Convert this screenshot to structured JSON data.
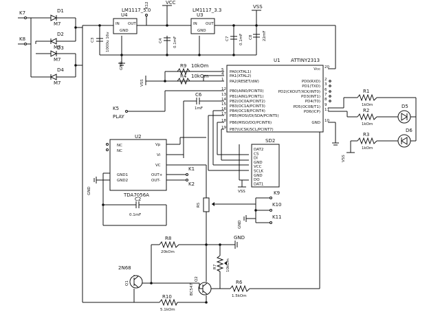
{
  "header_pins": {
    "K7": "K7",
    "K8": "K8",
    "K5": "K5",
    "K12": "K12",
    "play": "PLAY"
  },
  "power": {
    "vcc": "VCC",
    "vss": "VSS",
    "gnd": "GND",
    "vss2": "VSS"
  },
  "diodes": {
    "D1": "D1",
    "D2": "D2",
    "D3": "D3",
    "D4": "D4",
    "type": "M7"
  },
  "regulators": {
    "U4": {
      "ref": "U4",
      "name": "LM1117_5.0",
      "in": "IN",
      "out": "OUT",
      "gnd": "GND"
    },
    "U3": {
      "ref": "U3",
      "name": "LM1117_3.3",
      "in": "IN",
      "out": "OUT",
      "gnd": "GND"
    }
  },
  "caps": {
    "C3": {
      "ref": "C3",
      "value": "1000u 16v"
    },
    "C4": {
      "ref": "C4",
      "value": "0.1mF"
    },
    "C7": {
      "ref": "C7",
      "value": "0.1mF"
    },
    "C8": {
      "ref": "C8",
      "value": "22mF"
    },
    "C6": {
      "ref": "C6",
      "value": "1mF"
    },
    "C2": {
      "ref": "C2",
      "value": "0.1mF"
    }
  },
  "mcu": {
    "ref": "U1",
    "name": "ATTINY2313",
    "left_pins": [
      {
        "num": "1",
        "label": "PA2(RESET/dW)"
      },
      {
        "num": "4",
        "label": "PA1(XTAL2)"
      },
      {
        "num": "5",
        "label": "PA0(XTAL1)"
      },
      {
        "num": "12",
        "label": "PB0(AIN0/PCINT0)"
      },
      {
        "num": "13",
        "label": "PB1(AIN1/PCINT1)"
      },
      {
        "num": "14",
        "label": "PB2(OC0A/PCINT2)"
      },
      {
        "num": "15",
        "label": "PB3(OC1A/PCINT3)"
      },
      {
        "num": "16",
        "label": "PB4(OC1B/PCINT4)"
      },
      {
        "num": "17",
        "label": "PB5(MOSI/DI/SDA/PCINT5)"
      },
      {
        "num": "18",
        "label": "PB6(MISO/DO/PCINT6)"
      },
      {
        "num": "19",
        "label": "PB7(UCSK/SCL/PCINT7)"
      }
    ],
    "right_pins": [
      {
        "num": "20",
        "label": "Vcc"
      },
      {
        "num": "2",
        "label": "PD0(RXD)"
      },
      {
        "num": "3",
        "label": "PD1(TXD)"
      },
      {
        "num": "6",
        "label": "PD2(CKOUT/XCK/INT0)"
      },
      {
        "num": "7",
        "label": "PD3(INT1)"
      },
      {
        "num": "8",
        "label": "PD4(T0)"
      },
      {
        "num": "9",
        "label": "PD5(OC0B/T1)"
      },
      {
        "num": "11",
        "label": "PD6(ICP)"
      },
      {
        "num": "10",
        "label": "GND"
      }
    ]
  },
  "resistors": {
    "R9": {
      "ref": "R9",
      "value": "10kOm"
    },
    "R4": {
      "ref": "R4",
      "value": "10kOm"
    },
    "R1": {
      "ref": "R1",
      "value": "1kOm"
    },
    "R2": {
      "ref": "R2",
      "value": "1kOm"
    },
    "R3": {
      "ref": "R3",
      "value": "1kOm"
    },
    "R8": {
      "ref": "R8",
      "value": "20kOm"
    },
    "R7": {
      "ref": "R7",
      "value": "10kOm"
    },
    "R6": {
      "ref": "R6",
      "value": "1.5kOm"
    },
    "R10": {
      "ref": "R10",
      "value": "5.1kOm"
    }
  },
  "leds": {
    "D5": "D5",
    "D6": "D6"
  },
  "amp": {
    "ref": "U2",
    "name": "TDA7056A",
    "pins": {
      "nc1": "NC",
      "nc2": "NC",
      "gnd1": "GND1",
      "gnd2": "GND2",
      "vp": "Vp",
      "vi": "Vi",
      "vc": "VC",
      "outp": "OUT+",
      "outm": "OUT-"
    }
  },
  "speaker_pins": {
    "K1": "K1",
    "K2": "K2"
  },
  "sd": {
    "ref": "SD2",
    "pins": [
      "DAT2",
      "CS",
      "DI",
      "GND",
      "VCC",
      "SCLK",
      "GND",
      "DO",
      "DAT1"
    ]
  },
  "pot": {
    "ref": "R5"
  },
  "switch_pins": {
    "K9": "K9",
    "K10": "K10",
    "K11": "K11"
  },
  "transistors": {
    "Q1": {
      "ref": "Q1",
      "type": "2N68"
    },
    "Q2": {
      "ref": "Q2",
      "type": "BC547"
    }
  }
}
